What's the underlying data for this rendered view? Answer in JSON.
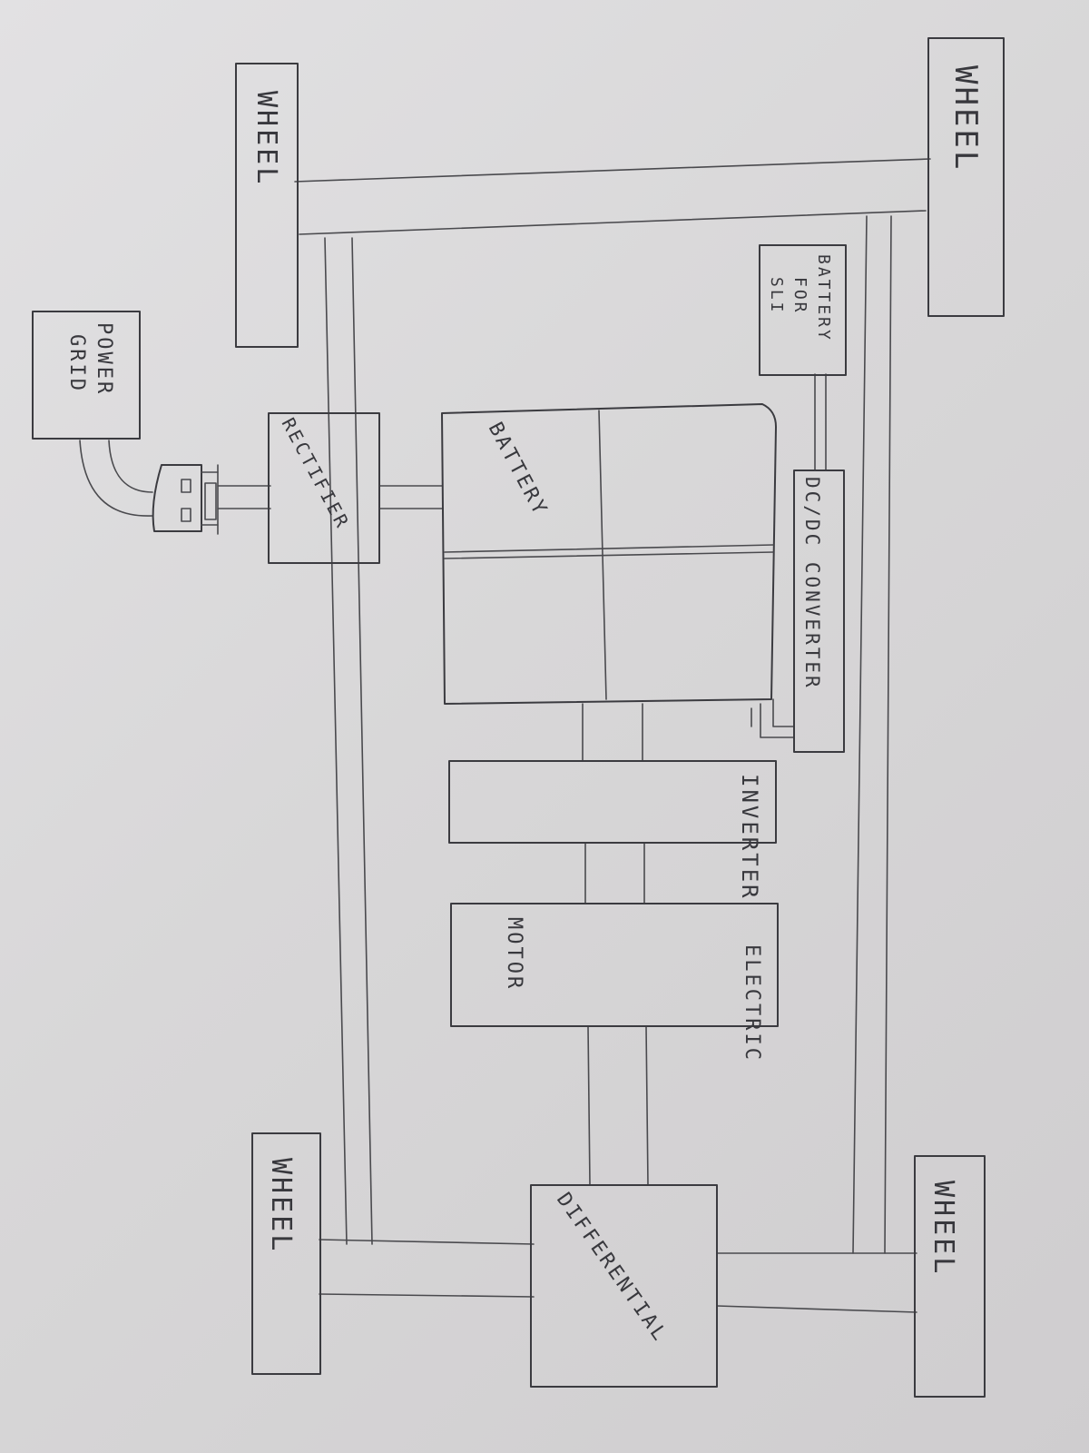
{
  "diagram": {
    "labels": {
      "wheel_top_left": "WHEEL",
      "wheel_top_right": "WHEEL",
      "wheel_bottom_left": "WHEEL",
      "wheel_bottom_right": "WHEEL",
      "power_grid_line1": "POWER",
      "power_grid_line2": "GRID",
      "rectifier": "RECTIFIER",
      "battery": "BATTERY",
      "battery_sli_line1": "BATTERY",
      "battery_sli_line2": "FOR",
      "battery_sli_line3": "SLI",
      "dcdc_converter": "DC/DC CONVERTER",
      "inverter": "INVERTER",
      "motor_line1": "ELECTRIC",
      "motor_line2": "MOTOR",
      "differential": "DIFFERENTIAL"
    }
  }
}
